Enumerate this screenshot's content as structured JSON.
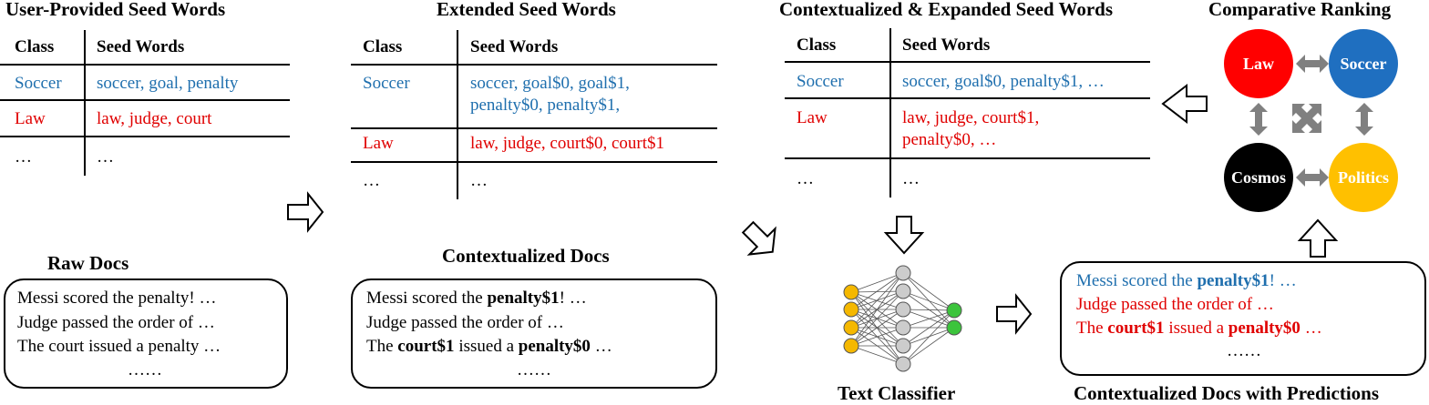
{
  "panel1": {
    "title": "User-Provided Seed Words",
    "col_class": "Class",
    "col_seeds": "Seed Words",
    "rows": [
      {
        "cls": "Soccer",
        "seeds": "soccer, goal, penalty"
      },
      {
        "cls": "Law",
        "seeds": "law, judge, court"
      },
      {
        "cls": "…",
        "seeds": "…"
      }
    ]
  },
  "panel2": {
    "title": "Extended Seed Words",
    "col_class": "Class",
    "col_seeds": "Seed Words",
    "rows": [
      {
        "cls": "Soccer",
        "seeds_line1": "soccer, goal$0, goal$1,",
        "seeds_line2": "penalty$0, penalty$1,"
      },
      {
        "cls": "Law",
        "seeds_line1": "law, judge, court$0, court$1"
      },
      {
        "cls": "…",
        "seeds_line1": "…"
      }
    ]
  },
  "panel3": {
    "title": "Contextualized & Expanded Seed Words",
    "col_class": "Class",
    "col_seeds": "Seed Words",
    "rows": [
      {
        "cls": "Soccer",
        "seeds_line1": "soccer, goal$0, penalty$1, …"
      },
      {
        "cls": "Law",
        "seeds_line1": "law, judge, court$1,",
        "seeds_line2": "penalty$0, …"
      },
      {
        "cls": "…",
        "seeds_line1": "…"
      }
    ]
  },
  "ranking": {
    "title": "Comparative Ranking",
    "nodes": [
      {
        "label": "Law",
        "color": "#ff0000"
      },
      {
        "label": "Soccer",
        "color": "#1f6fc0"
      },
      {
        "label": "Cosmos",
        "color": "#000000"
      },
      {
        "label": "Politics",
        "color": "#ffc000"
      }
    ],
    "arrow_color": "#808080"
  },
  "raw_docs": {
    "title": "Raw Docs",
    "lines": [
      "Messi scored the penalty! …",
      "Judge passed the order of …",
      "The court issued a penalty …",
      "……"
    ]
  },
  "ctx_docs": {
    "title": "Contextualized Docs",
    "line1_pre": "Messi scored the ",
    "line1_bold": "penalty$1",
    "line1_post": "! …",
    "line2": "Judge passed the order of …",
    "line3_pre": "The ",
    "line3_bold1": "court$1",
    "line3_mid": " issued a ",
    "line3_bold2": "penalty$0",
    "line3_post": " …",
    "line4": "……"
  },
  "classifier": {
    "title": "Text Classifier",
    "input_color": "#f5b800",
    "hidden_color": "#cccccc",
    "output_color": "#3cc43c"
  },
  "pred_docs": {
    "title": "Contextualized Docs with Predictions",
    "line1_pre": "Messi scored the ",
    "line1_bold": "penalty$1",
    "line1_post": "! …",
    "line2": "Judge passed the order of …",
    "line3_pre": "The ",
    "line3_bold1": "court$1",
    "line3_mid": " issued a ",
    "line3_bold2": "penalty$0",
    "line3_post": " …",
    "line4": "……"
  }
}
